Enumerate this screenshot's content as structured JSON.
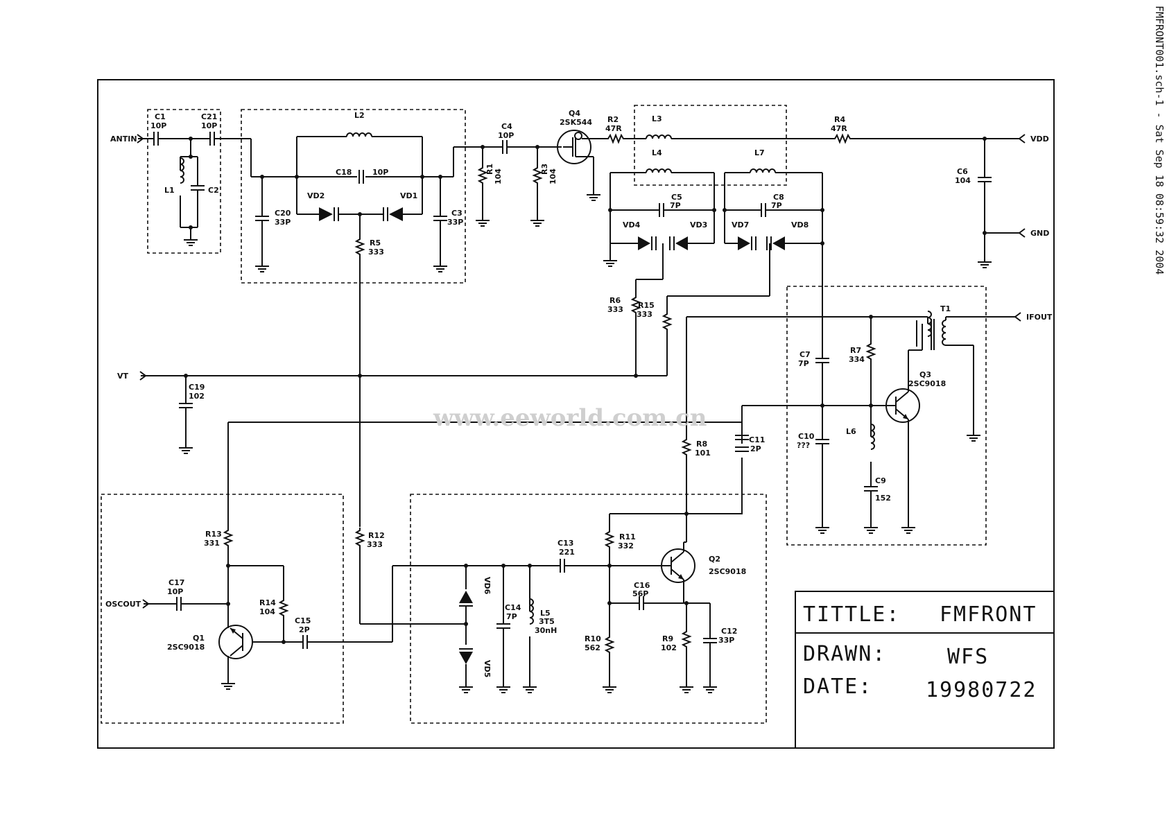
{
  "header": {
    "side_stamp": "FMFRONT001.sch-1 - Sat Sep 18 08:59:32 2004",
    "watermark": "www.eeworld.com.cn"
  },
  "title_block": {
    "title_label": "TITTLE:",
    "title_value": "FMFRONT",
    "drawn_label": "DRAWN:",
    "drawn_value": "WFS",
    "date_label": "DATE:",
    "date_value": "19980722"
  },
  "ports": {
    "antin": "ANTIN",
    "vdd": "VDD",
    "gnd": "GND",
    "ifout": "IFOUT",
    "vt": "VT",
    "oscout": "OSCOUT"
  },
  "components": {
    "c1": "C1",
    "c1_v": "10P",
    "c21": "C21",
    "c21_v": "10P",
    "l1": "L1",
    "c2": "C2",
    "l2": "L2",
    "c18": "C18",
    "c18_v": "10P",
    "c20": "C20",
    "c20_v": "33P",
    "c3": "C3",
    "c3_v": "33P",
    "vd2": "VD2",
    "vd1": "VD1",
    "r5": "R5",
    "r5_v": "333",
    "c4": "C4",
    "c4_v": "10P",
    "r1": "R1",
    "r1_v": "104",
    "r3": "R3",
    "r3_v": "104",
    "q4": "Q4",
    "q4_v": "2SK544",
    "r2": "R2",
    "r2_v": "47R",
    "l3": "L3",
    "l4": "L4",
    "c5": "C5",
    "c5_v": "7P",
    "vd4": "VD4",
    "vd3": "VD3",
    "l7": "L7",
    "c8": "C8",
    "c8_v": "7P",
    "vd7": "VD7",
    "vd8": "VD8",
    "r4": "R4",
    "r4_v": "47R",
    "c6": "C6",
    "c6_v": "104",
    "r6": "R6",
    "r6_v": "333",
    "r15": "R15",
    "r15_v": "333",
    "t1": "T1",
    "c7": "C7",
    "c7_v": "7P",
    "r7": "R7",
    "r7_v": "334",
    "q3": "Q3",
    "q3_v": "2SC9018",
    "c10": "C10",
    "c10_v": "???",
    "l6": "L6",
    "c9": "C9",
    "c9_v": "152",
    "c19": "C19",
    "c19_v": "102",
    "r8": "R8",
    "r8_v": "101",
    "c11": "C11",
    "c11_v": "2P",
    "r13": "R13",
    "r13_v": "331",
    "c17": "C17",
    "c17_v": "10P",
    "r14": "R14",
    "r14_v": "104",
    "c15": "C15",
    "c15_v": "2P",
    "q1": "Q1",
    "q1_v": "2SC9018",
    "r12": "R12",
    "r12_v": "333",
    "c13": "C13",
    "c13_v": "221",
    "vd6": "VD6",
    "vd5": "VD5",
    "c14": "C14",
    "c14_v": "7P",
    "l5": "L5",
    "l5_v": "3T5",
    "l5_v2": "30nH",
    "r11": "R11",
    "r11_v": "332",
    "q2": "Q2",
    "q2_v": "2SC9018",
    "c16": "C16",
    "c16_v": "56P",
    "r10": "R10",
    "r10_v": "562",
    "r9": "R9",
    "r9_v": "102",
    "c12": "C12",
    "c12_v": "33P"
  }
}
